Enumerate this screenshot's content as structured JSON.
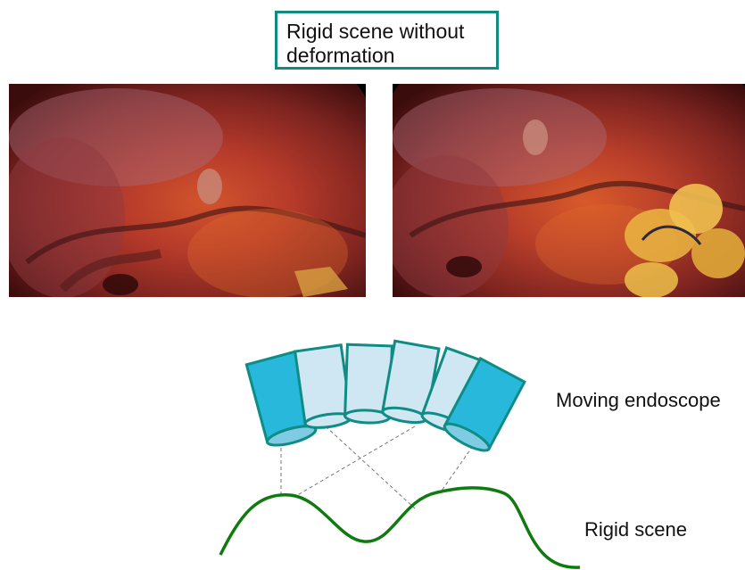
{
  "title": {
    "line1": "Rigid scene without",
    "line2": "deformation"
  },
  "images": [
    {
      "name": "endoscopic-frame-left"
    },
    {
      "name": "endoscopic-frame-right"
    }
  ],
  "labels": {
    "camera": "Moving endoscope",
    "scene": "Rigid scene"
  },
  "colors": {
    "box_border": "#118b80",
    "camera_outline": "#0f8c84",
    "camera_dark_fill": "#27b8dc",
    "camera_light_fill": "#cfe6f3",
    "scene_curve": "#0f7a10",
    "tissue": "#8a2a22"
  }
}
